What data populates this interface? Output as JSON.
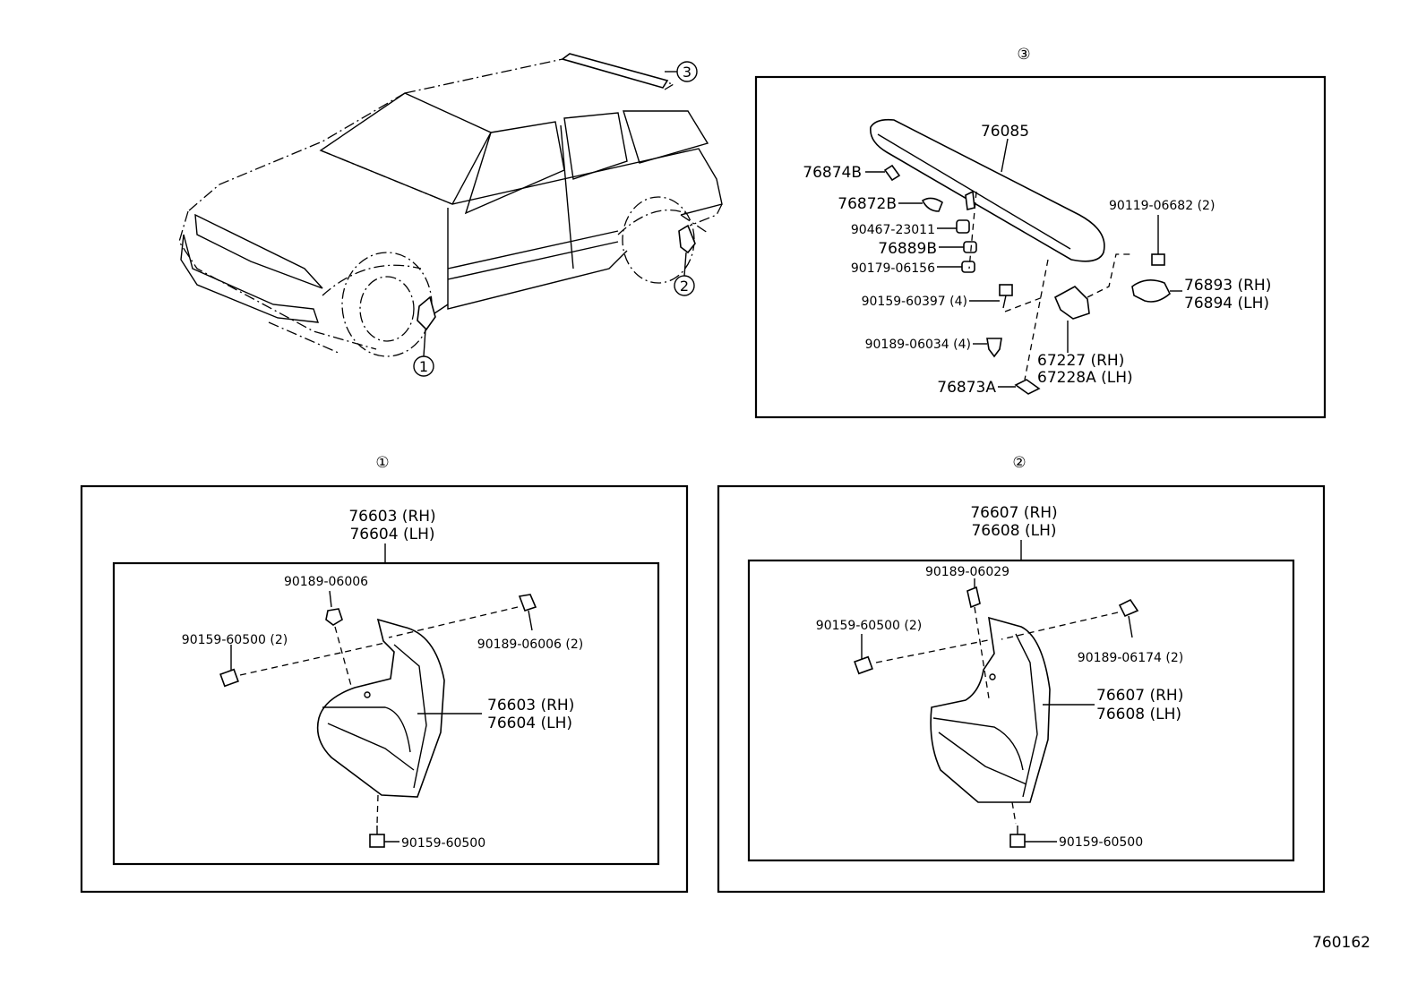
{
  "diagram_id": "760162",
  "overview": {
    "callouts": [
      "①",
      "②",
      "③"
    ]
  },
  "spoiler": {
    "marker": "③",
    "labels": {
      "p76085": "76085",
      "p76874B": "76874B",
      "p76872B": "76872B",
      "p90467": "90467-23011",
      "p76889B": "76889B",
      "p90179": "90179-06156",
      "p90159_397": "90159-60397 (4)",
      "p90189_034": "90189-06034 (4)",
      "p67227": "67227   (RH)",
      "p67228A": "67228A (LH)",
      "p76873A": "76873A",
      "p90119": "90119-06682 (2)",
      "p76893": "76893 (RH)",
      "p76894": "76894 (LH)"
    }
  },
  "front_mudguard": {
    "marker": "①",
    "labels": {
      "top_rh": "76603 (RH)",
      "top_lh": "76604 (LH)",
      "clip_top": "90189-06006",
      "screw_left": "90159-60500 (2)",
      "clip_right": "90189-06006 (2)",
      "side_rh": "76603 (RH)",
      "side_lh": "76604 (LH)",
      "screw_bottom": "90159-60500"
    }
  },
  "rear_mudguard": {
    "marker": "②",
    "labels": {
      "top_rh": "76607 (RH)",
      "top_lh": "76608 (LH)",
      "clip_top": "90189-06029",
      "screw_left": "90159-60500 (2)",
      "clip_right": "90189-06174 (2)",
      "side_rh": "76607 (RH)",
      "side_lh": "76608 (LH)",
      "screw_bottom": "90159-60500"
    }
  }
}
